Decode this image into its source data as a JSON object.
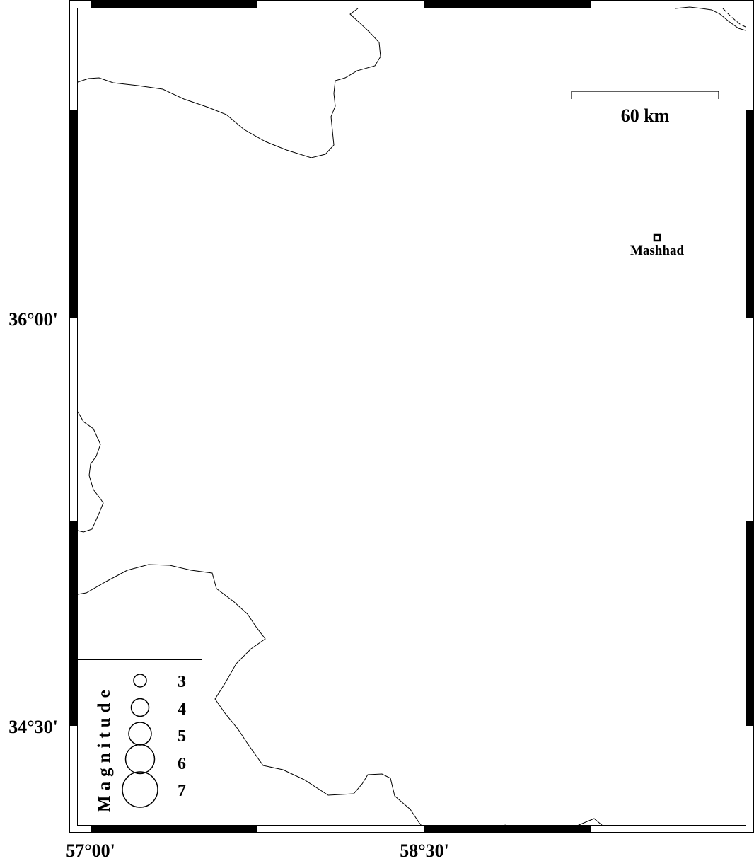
{
  "map": {
    "scale_bar": {
      "label": "60 km"
    },
    "city": {
      "name": "Mashhad",
      "marker_icon": "square-marker-icon"
    },
    "latitude_labels": [
      "36°00'",
      "34°30'"
    ],
    "longitude_labels": [
      "57°00'",
      "58°30'"
    ],
    "legend": {
      "title": "Magnitude",
      "icon": "circle-icon",
      "entries": [
        "3",
        "4",
        "5",
        "6",
        "7"
      ]
    },
    "colors": {
      "line": "#000000",
      "background": "#ffffff"
    }
  }
}
